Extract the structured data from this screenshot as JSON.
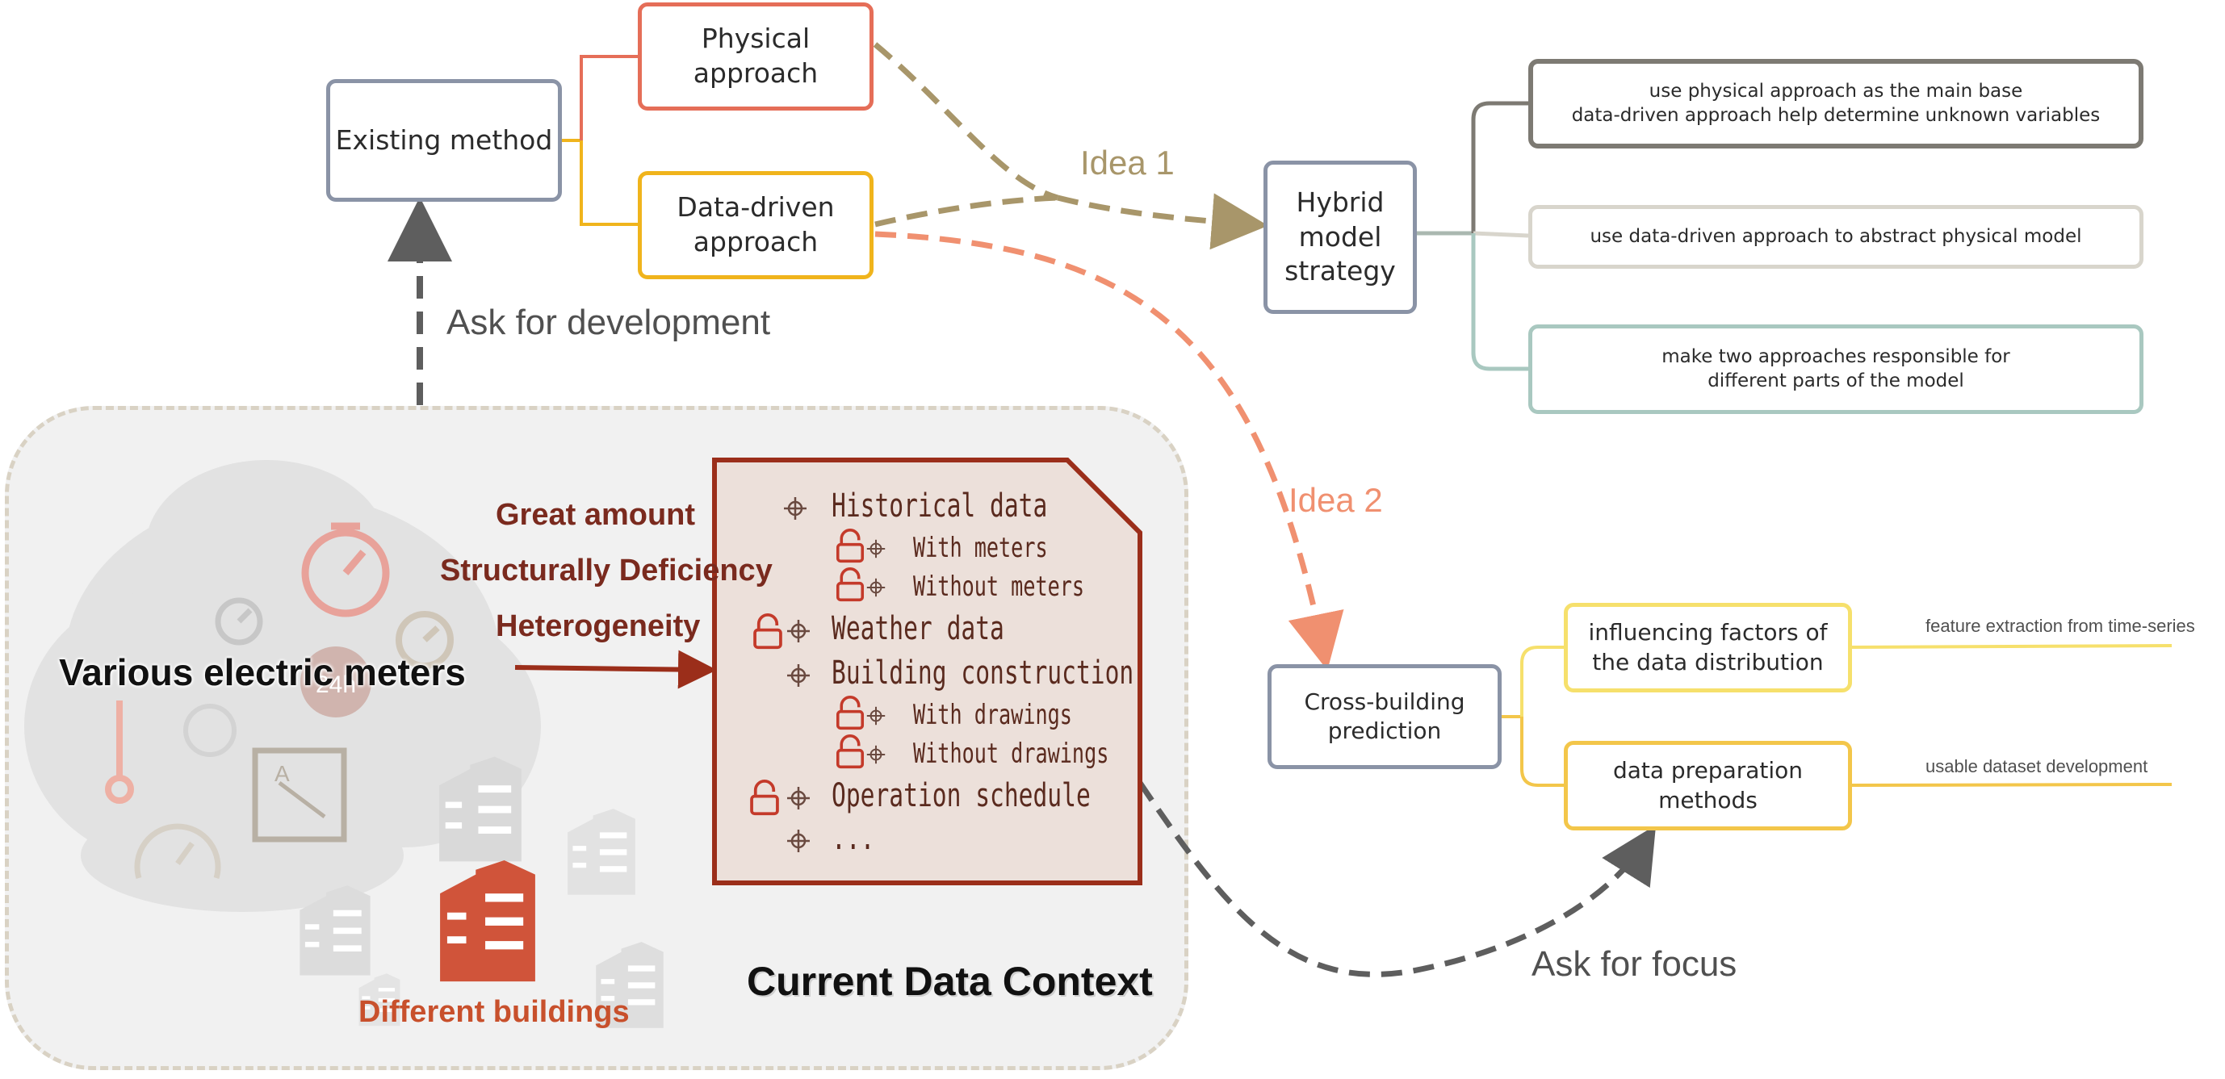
{
  "nodes": {
    "existing_method": "Existing method",
    "physical_approach": "Physical approach",
    "data_driven_approach": "Data-driven approach",
    "hybrid_model_strategy": "Hybrid model strategy",
    "hybrid_option_1": "use physical approach as the main base\ndata-driven approach help determine unknown variables",
    "hybrid_option_2": "use data-driven approach to abstract physical model",
    "hybrid_option_3": "make two approaches responsible for\ndifferent parts of the model",
    "cross_building_prediction": "Cross-building prediction",
    "influencing_factors": "influencing factors of the data distribution",
    "data_preparation": "data preparation methods"
  },
  "annotations": {
    "idea_1": "Idea 1",
    "idea_2": "Idea 2",
    "ask_for_development": "Ask for development",
    "ask_for_focus": "Ask for focus",
    "feature_extraction": "feature extraction from time-series",
    "usable_dataset": "usable dataset development"
  },
  "context": {
    "title": "Current Data Context",
    "various_meters": "Various electric meters",
    "different_buildings": "Different buildings",
    "meter_icon_text": "24h",
    "ammeter_label": "A",
    "issues": [
      "Great amount",
      "Structurally Deficiency",
      "Heterogeneity"
    ]
  },
  "data_document": {
    "items": [
      {
        "label": "Historical data"
      },
      {
        "label": "With meters"
      },
      {
        "label": "Without meters"
      },
      {
        "label": "Weather data"
      },
      {
        "label": "Building construction"
      },
      {
        "label": "With drawings"
      },
      {
        "label": "Without drawings"
      },
      {
        "label": "Operation schedule"
      },
      {
        "label": "..."
      }
    ]
  },
  "colors": {
    "physical": "#e56e58",
    "data_driven": "#f0b41c",
    "neutral_box": "#8a93a6",
    "idea1_arrow": "#a8966a",
    "idea2_arrow": "#f09070",
    "ask_arrow": "#5e5e5e",
    "document_fill": "#ece0da",
    "document_border": "#9b2e1a",
    "lock_icon": "#c43a2a"
  },
  "icons": [
    "stopwatch-icon",
    "gauge-icon",
    "thermometer-icon",
    "ammeter-icon",
    "building-icon",
    "lock-icon",
    "crosshair-icon"
  ]
}
